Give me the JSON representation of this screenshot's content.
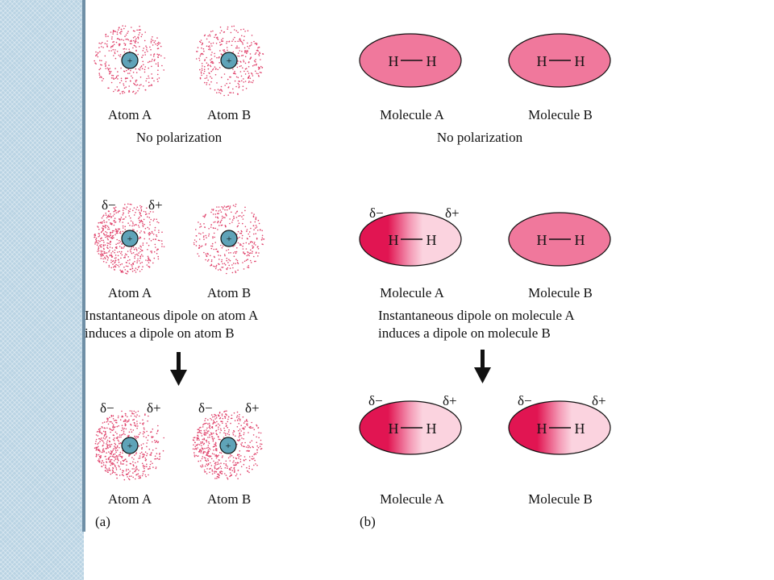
{
  "colors": {
    "dot": "#e0426b",
    "nucleus_fill": "#5fa3b8",
    "molecule_fill": "#f0789c",
    "molecule_dark": "#e11552",
    "molecule_light": "#fbd3df",
    "text": "#111111",
    "side_strip": "#b9d3e3"
  },
  "panel_a": {
    "label": "(a)",
    "row1": {
      "atom_a": "Atom A",
      "atom_b": "Atom B",
      "caption": "No polarization"
    },
    "row2": {
      "delta_minus": "δ−",
      "delta_plus": "δ+",
      "atom_a": "Atom A",
      "atom_b": "Atom B",
      "caption_line1": "Instantaneous dipole on atom A",
      "caption_line2": "induces a dipole on atom B"
    },
    "row3": {
      "delta_minus": "δ−",
      "delta_plus": "δ+",
      "atom_a": "Atom A",
      "atom_b": "Atom B"
    },
    "nucleus_symbol": "+"
  },
  "panel_b": {
    "label": "(b)",
    "bond_left": "H",
    "bond_right": "H",
    "row1": {
      "molecule_a": "Molecule A",
      "molecule_b": "Molecule B",
      "caption": "No polarization"
    },
    "row2": {
      "delta_minus": "δ−",
      "delta_plus": "δ+",
      "molecule_a": "Molecule A",
      "molecule_b": "Molecule B",
      "caption_line1": "Instantaneous dipole on molecule A",
      "caption_line2": "induces a dipole on molecule B"
    },
    "row3": {
      "delta_minus": "δ−",
      "delta_plus": "δ+",
      "molecule_a": "Molecule A",
      "molecule_b": "Molecule B"
    }
  }
}
